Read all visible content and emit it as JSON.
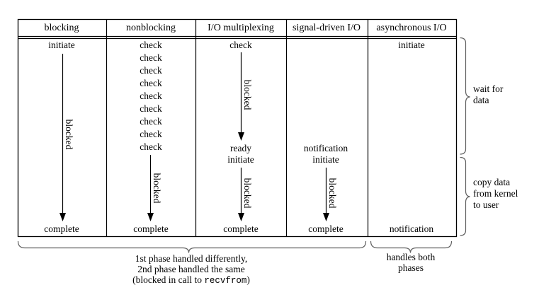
{
  "figure": {
    "headers": [
      "blocking",
      "nonblocking",
      "I/O multiplexing",
      "signal-driven I/O",
      "asynchronous I/O"
    ],
    "blocking": {
      "start": "initiate",
      "arrow": "blocked",
      "end": "complete"
    },
    "nonblocking": {
      "checks": [
        "check",
        "check",
        "check",
        "check",
        "check",
        "check",
        "check",
        "check",
        "check"
      ],
      "arrow": "blocked",
      "end": "complete"
    },
    "multiplexing": {
      "start": "check",
      "arrow1": "blocked",
      "ready": "ready",
      "initiate": "initiate",
      "arrow2": "blocked",
      "end": "complete"
    },
    "signal_driven": {
      "notification": "notification",
      "initiate": "initiate",
      "arrow": "blocked",
      "end": "complete"
    },
    "asynchronous": {
      "start": "initiate",
      "end": "notification"
    },
    "right_labels": {
      "wait": [
        "wait for",
        "data"
      ],
      "copy": [
        "copy data",
        "from kernel",
        "to user"
      ]
    },
    "bottom": {
      "group1": [
        "1st phase handled differently,",
        "2nd phase handled the same"
      ],
      "code_prefix": "(blocked in call to ",
      "code": "recvfrom",
      "code_suffix": ")",
      "group2": [
        "handles both",
        "phases"
      ]
    },
    "colors": {
      "ink": "#000000",
      "brace": "#5f5f5f"
    }
  }
}
